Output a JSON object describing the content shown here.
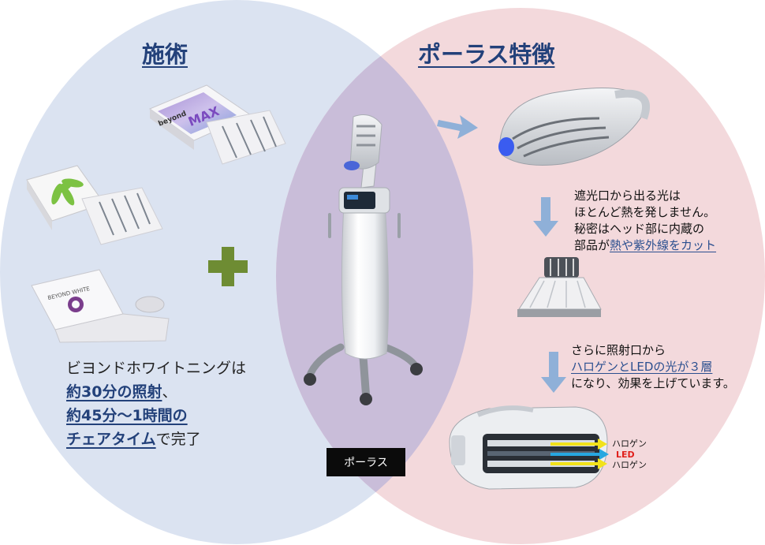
{
  "titles": {
    "left": "施術",
    "right": "ポーラス特徴"
  },
  "left_text": {
    "line1": "ビヨンドホワイトニングは",
    "line2_hl": "約30分の照射",
    "line2_tail": "、",
    "line3_hl": "約45分〜1時間の",
    "line4_hl": "チェアタイム",
    "line4_tail": "で完了"
  },
  "kits": {
    "max_label": "MAX",
    "brand_label": "beyond",
    "box3_label": "BEYOND WHITE"
  },
  "note1": {
    "line1": "遮光口から出る光は",
    "line2": "ほとんど熱を発しません。",
    "line3": "秘密はヘッド部に内蔵の",
    "line4_pre": "部品が",
    "line4_link": "熱や紫外線をカット"
  },
  "note2": {
    "line1": "さらに照射口から",
    "line2_link": "ハロゲンとLEDの光が３層",
    "line3": "になり、効果を上げています。"
  },
  "badge": "ポーラス",
  "layers": {
    "top": "ハロゲン",
    "mid": "LED",
    "bottom": "ハロゲン"
  },
  "colors": {
    "left_circle": "#dbe3f1",
    "right_circle": "#f3d9dc",
    "overlap": "#c9bdd9",
    "title": "#23417a",
    "plus": "#6e8c33",
    "arrow": "#8fb0d8",
    "led": "#e0201c",
    "halogen_arrow": "#f2e21a",
    "led_arrow": "#27a7e0"
  }
}
